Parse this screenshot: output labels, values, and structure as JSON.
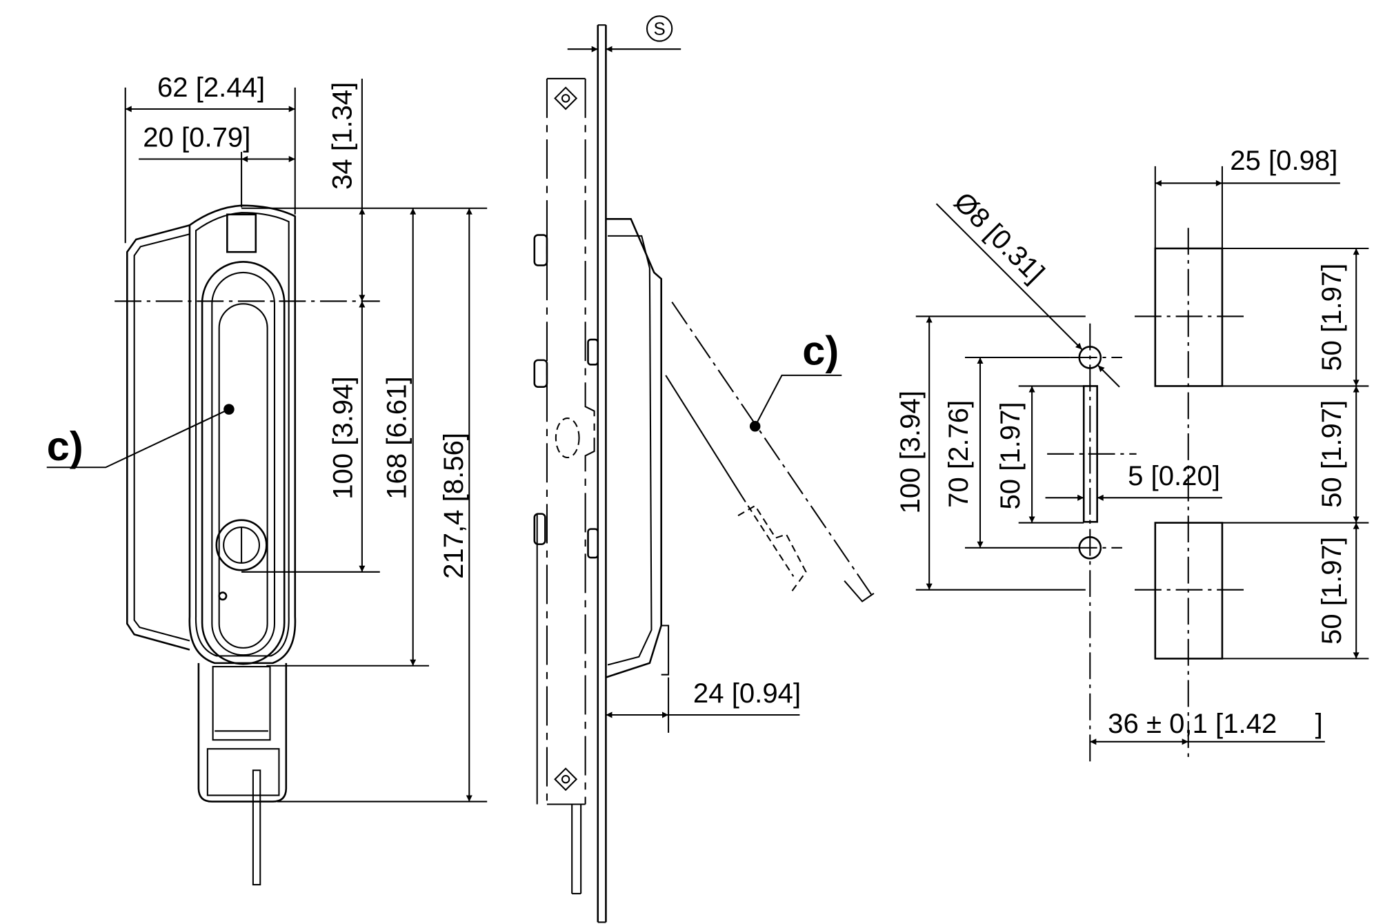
{
  "colors": {
    "line": "#000000",
    "background": "#ffffff"
  },
  "front_view": {
    "dim_width_total": "62 [2.44]",
    "dim_width_to_center": "20 [0.79]",
    "dim_top_to_center": "34 [1.34]",
    "dim_center_to_lock": "100 [3.94]",
    "dim_handle_height": "168 [6.61]",
    "dim_overall_height": "217,4 [8.56]",
    "callout": "c)"
  },
  "side_view": {
    "thickness_symbol": "S",
    "dim_projection": "24 [0.94]",
    "callout": "c)"
  },
  "cutout_view": {
    "dim_hole_diameter": "Ø8 [0.31]",
    "dim_outer_spacing": "100 [3.94]",
    "dim_hole_spacing": "70 [2.76]",
    "dim_slot_length": "50 [1.97]",
    "dim_slot_width": "5 [0.20]",
    "dim_rect_width": "25 [0.98]",
    "dim_right": [
      "50 [1.97]",
      "50 [1.97]",
      "50 [1.97]"
    ],
    "dim_offset": "36 ± 0,1 [1.42",
    "dim_offset_close": "]"
  }
}
